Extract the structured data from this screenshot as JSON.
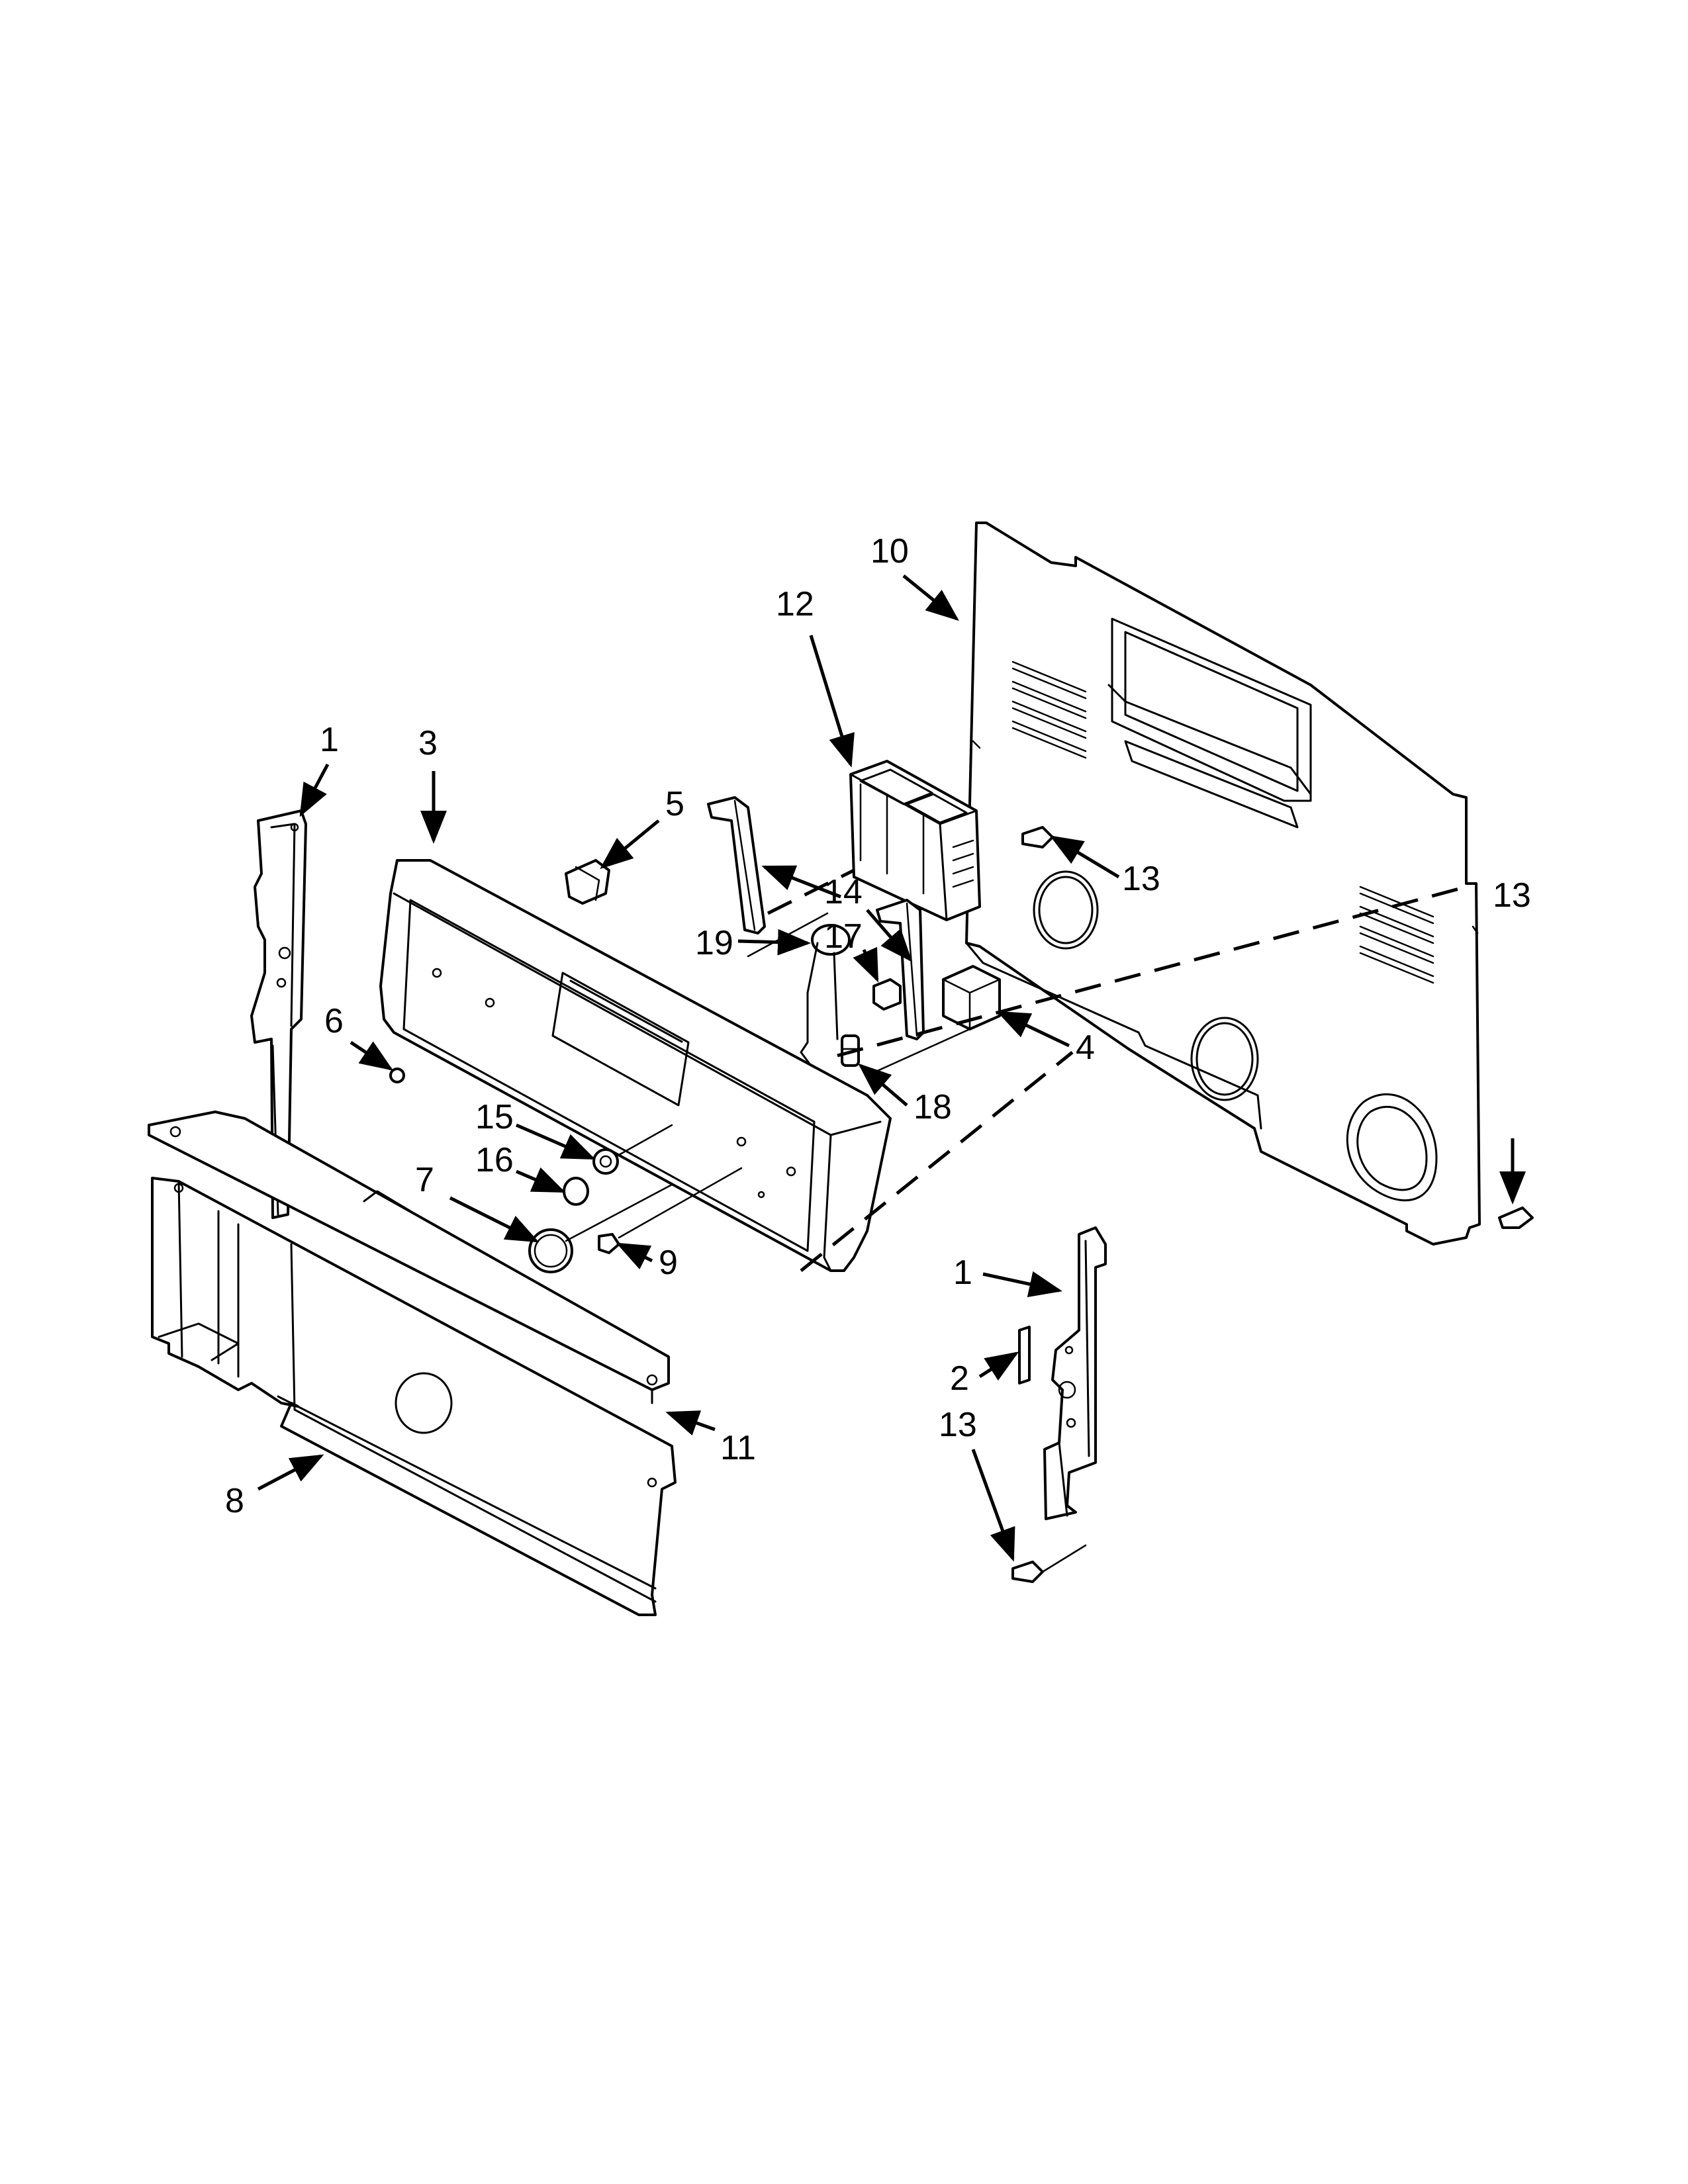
{
  "diagram": {
    "callouts": [
      {
        "id": "c1a",
        "text": "1"
      },
      {
        "id": "c3",
        "text": "3"
      },
      {
        "id": "c5",
        "text": "5"
      },
      {
        "id": "c12",
        "text": "12"
      },
      {
        "id": "c10",
        "text": "10"
      },
      {
        "id": "c13a",
        "text": "13"
      },
      {
        "id": "c13b",
        "text": "13"
      },
      {
        "id": "c14",
        "text": "14"
      },
      {
        "id": "c17",
        "text": "17"
      },
      {
        "id": "c19",
        "text": "19"
      },
      {
        "id": "c6",
        "text": "6"
      },
      {
        "id": "c4",
        "text": "4"
      },
      {
        "id": "c18",
        "text": "18"
      },
      {
        "id": "c15",
        "text": "15"
      },
      {
        "id": "c16",
        "text": "16"
      },
      {
        "id": "c7",
        "text": "7"
      },
      {
        "id": "c9",
        "text": "9"
      },
      {
        "id": "c1b",
        "text": "1"
      },
      {
        "id": "c2",
        "text": "2"
      },
      {
        "id": "c13c",
        "text": "13"
      },
      {
        "id": "c11",
        "text": "11"
      },
      {
        "id": "c8",
        "text": "8"
      }
    ]
  }
}
